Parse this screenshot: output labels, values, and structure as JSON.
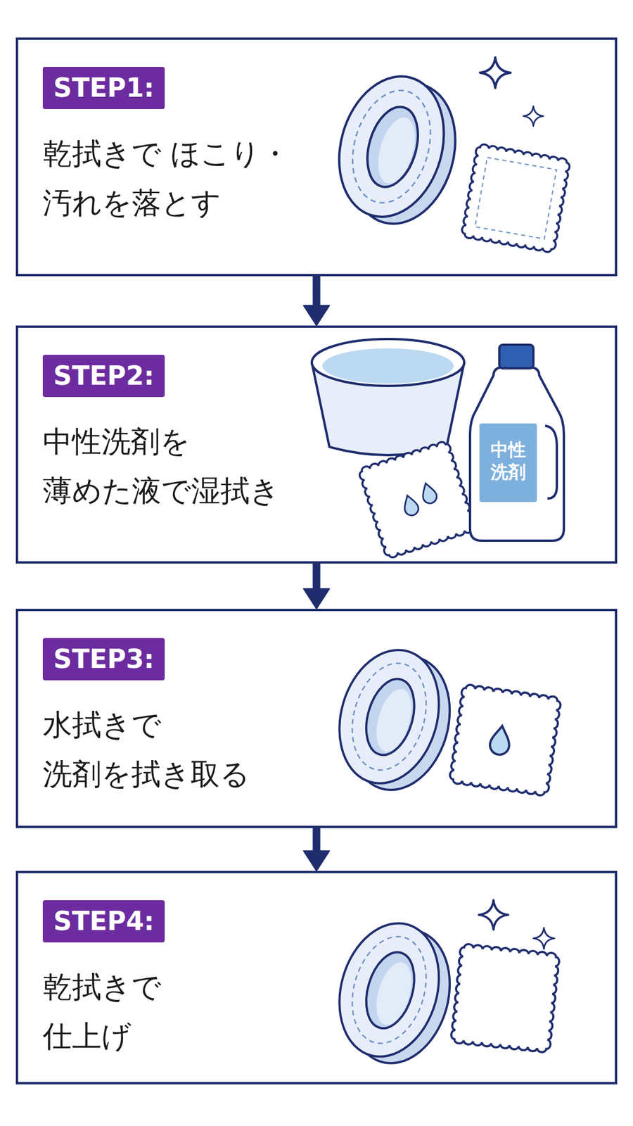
{
  "diagram": {
    "nodes": [
      {
        "text": [
          "STEP1:",
          "乾拭きで ほこり・汚れを落とす"
        ]
      },
      {
        "text": [
          "STEP2:",
          "中性洗剤を 薄めた液で湿拭き"
        ]
      },
      {
        "text": [
          "STEP3:",
          "水拭きで 洗剤を拭き取る"
        ]
      },
      {
        "text": [
          "STEP4:",
          "乾拭きで 仕上げ"
        ]
      }
    ],
    "edges": [
      {
        "from": 0,
        "to": 1,
        "arrow": "to"
      },
      {
        "from": 1,
        "to": 2,
        "arrow": "to"
      },
      {
        "from": 2,
        "to": 3,
        "arrow": "to"
      }
    ],
    "labels": [
      "中性 洗剤"
    ]
  }
}
